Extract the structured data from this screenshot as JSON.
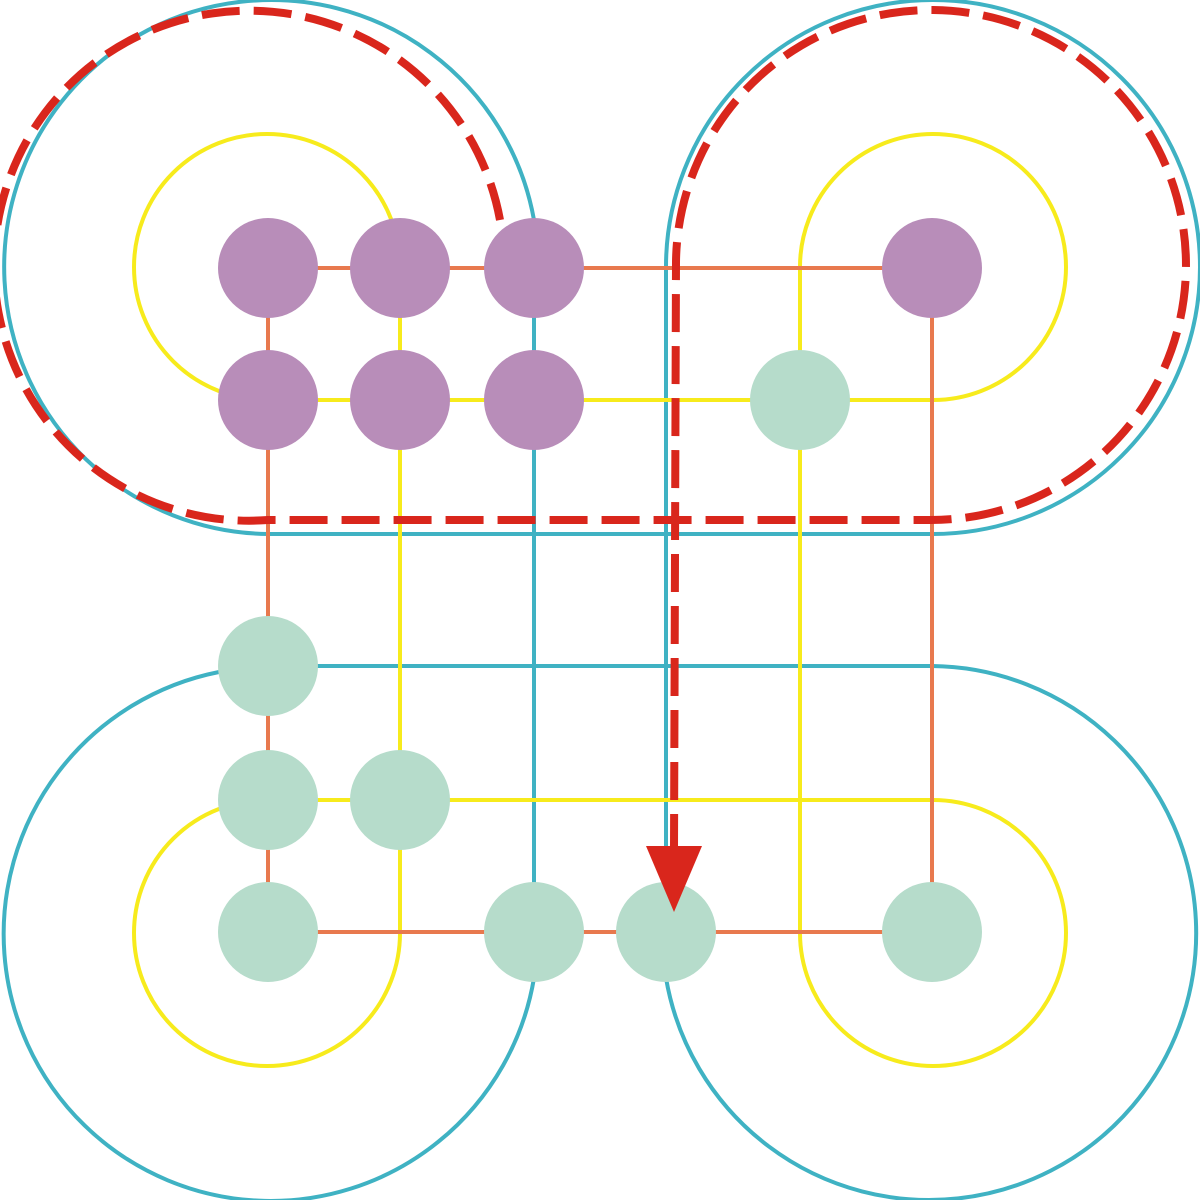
{
  "colors": {
    "background": "#ffffff",
    "teal_track": "#3fb2c3",
    "yellow_track": "#f7eb1c",
    "orange_track": "#e8794e",
    "purple_piece": "#b88db9",
    "green_piece": "#b6dccb",
    "path_arrow": "#d9261c"
  },
  "pieces": {
    "purple": [
      {
        "col": 1,
        "row": 1
      },
      {
        "col": 2,
        "row": 1
      },
      {
        "col": 3,
        "row": 1
      },
      {
        "col": 6,
        "row": 1
      },
      {
        "col": 1,
        "row": 2
      },
      {
        "col": 2,
        "row": 2
      },
      {
        "col": 3,
        "row": 2
      }
    ],
    "green": [
      {
        "col": 5,
        "row": 2
      },
      {
        "col": 1,
        "row": 4
      },
      {
        "col": 1,
        "row": 5
      },
      {
        "col": 2,
        "row": 5
      },
      {
        "col": 1,
        "row": 6
      },
      {
        "col": 3,
        "row": 6
      },
      {
        "col": 4,
        "row": 6
      },
      {
        "col": 6,
        "row": 6
      }
    ]
  },
  "path": {
    "style": "dashed",
    "end": "arrowhead",
    "target_piece": {
      "col": 4,
      "row": 6
    }
  }
}
